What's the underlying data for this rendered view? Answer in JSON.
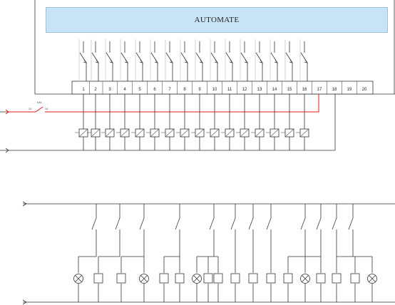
{
  "plc": {
    "title": "AUTOMATE",
    "terminals": [
      "1",
      "2",
      "3",
      "4",
      "5",
      "6",
      "7",
      "8",
      "9",
      "10",
      "11",
      "12",
      "13",
      "14",
      "15",
      "16",
      "17",
      "18",
      "19",
      "20"
    ]
  },
  "contact": {
    "label": "KA1",
    "left_pin": "13",
    "right_pin": "14"
  }
}
